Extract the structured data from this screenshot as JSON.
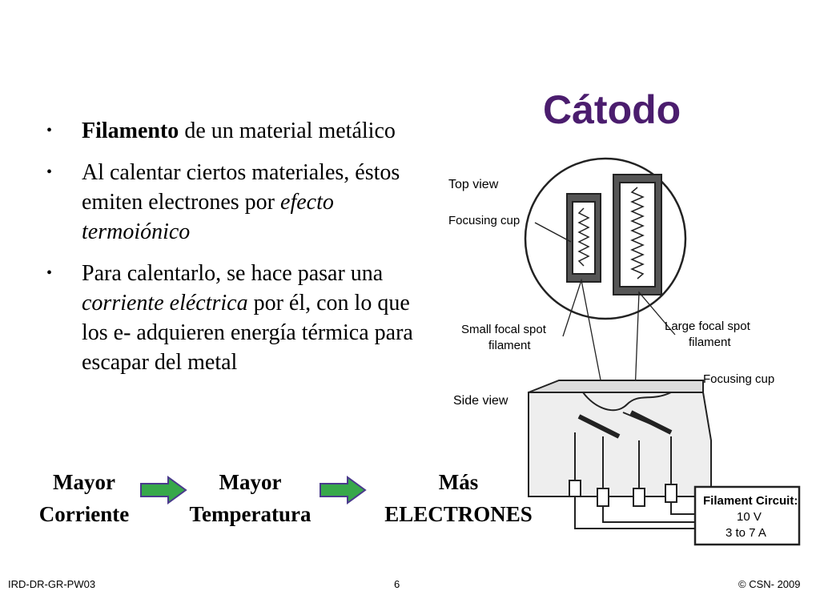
{
  "title": "Cátodo",
  "bullets": [
    {
      "segments": [
        {
          "text": "Filamento",
          "style": "bold"
        },
        {
          "text": " de un material metálico",
          "style": "normal"
        }
      ]
    },
    {
      "segments": [
        {
          "text": " Al calentar ciertos materiales, éstos emiten electrones por ",
          "style": "normal"
        },
        {
          "text": "efecto termoiónico",
          "style": "italic"
        }
      ]
    },
    {
      "segments": [
        {
          "text": "Para calentarlo, se hace pasar una ",
          "style": "normal"
        },
        {
          "text": "corriente eléctrica",
          "style": "italic"
        },
        {
          "text": " por él, con lo que los e- adquieren energía térmica para escapar del metal",
          "style": "normal"
        }
      ]
    }
  ],
  "chain": [
    {
      "line1": "Mayor",
      "line2": "Corriente"
    },
    {
      "line1": "Mayor",
      "line2": "Temperatura"
    },
    {
      "line1": "Más",
      "line2": "ELECTRONES"
    }
  ],
  "figure": {
    "top_view": "Top view",
    "focusing_cup_top": "Focusing cup",
    "small_spot_1": "Small focal spot",
    "small_spot_2": "filament",
    "large_spot_1": "Large focal spot",
    "large_spot_2": "filament",
    "focusing_cup_side": "Focusing cup",
    "side_view": "Side view",
    "circuit_1": "Filament Circuit:",
    "circuit_2": "10 V",
    "circuit_3": "3 to 7 A"
  },
  "footer": {
    "left": "IRD-DR-GR-PW03",
    "center": "6",
    "right": "© CSN- 2009"
  },
  "colors": {
    "title": "#4b1d6e",
    "arrow_fill": "#37a84a",
    "arrow_stroke": "#4a3a8c"
  }
}
